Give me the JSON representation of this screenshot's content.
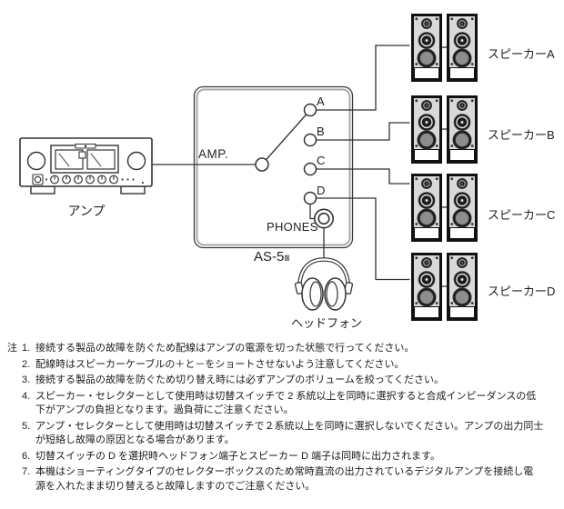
{
  "diagram": {
    "amp_label": "アンプ",
    "box": {
      "amp_port_label": "AMP.",
      "contacts": [
        "A",
        "B",
        "C",
        "D"
      ],
      "phones_label": "PHONES",
      "model": "AS-5",
      "model_suffix": "Ⅲ"
    },
    "headphones_label": "ヘッドフォン",
    "speakers": [
      {
        "label": "スピーカーA"
      },
      {
        "label": "スピーカーB"
      },
      {
        "label": "スピーカーC"
      },
      {
        "label": "スピーカーD"
      }
    ]
  },
  "notes": {
    "marker": "注",
    "items": [
      {
        "num": "1.",
        "lines": [
          "接続する製品の故障を防ぐため配線はアンプの電源を切った状態で行ってください。"
        ]
      },
      {
        "num": "2.",
        "lines": [
          "配線時はスピーカーケーブルの＋と－をショートさせないよう注意してください。"
        ]
      },
      {
        "num": "3.",
        "lines": [
          "接続する製品の故障を防ぐため切り替え時には必ずアンプのボリュームを絞ってください。"
        ]
      },
      {
        "num": "4.",
        "lines": [
          "スピーカー・セレクターとして使用時は切替スイッチで 2 系統以上を同時に選択すると合成インピーダンスの低",
          "下がアンプの負担となります。過負荷にご注意ください。"
        ]
      },
      {
        "num": "5.",
        "lines": [
          "アンプ・セレクターとして使用時は切替スイッチで２系統以上を同時に選択しないでください。アンプの出力同士",
          "が短絡し故障の原因となる場合があります。"
        ]
      },
      {
        "num": "6.",
        "lines": [
          "切替スイッチの D を選択時ヘッドフォン端子とスピーカー D 端子は同時に出力されます。"
        ]
      },
      {
        "num": "7.",
        "lines": [
          "本機はショーティングタイプのセレクターボックスのため常時直流の出力されているデジタルアンプを接続し電",
          "源を入れたまま切り替えると故障しますのでご注意ください。"
        ]
      }
    ]
  },
  "colors": {
    "line": "#333333",
    "speaker_face": "#d9d9d9",
    "speaker_border": "#111111",
    "woofer": "#8d8d8d",
    "text": "#1a1a1a"
  }
}
